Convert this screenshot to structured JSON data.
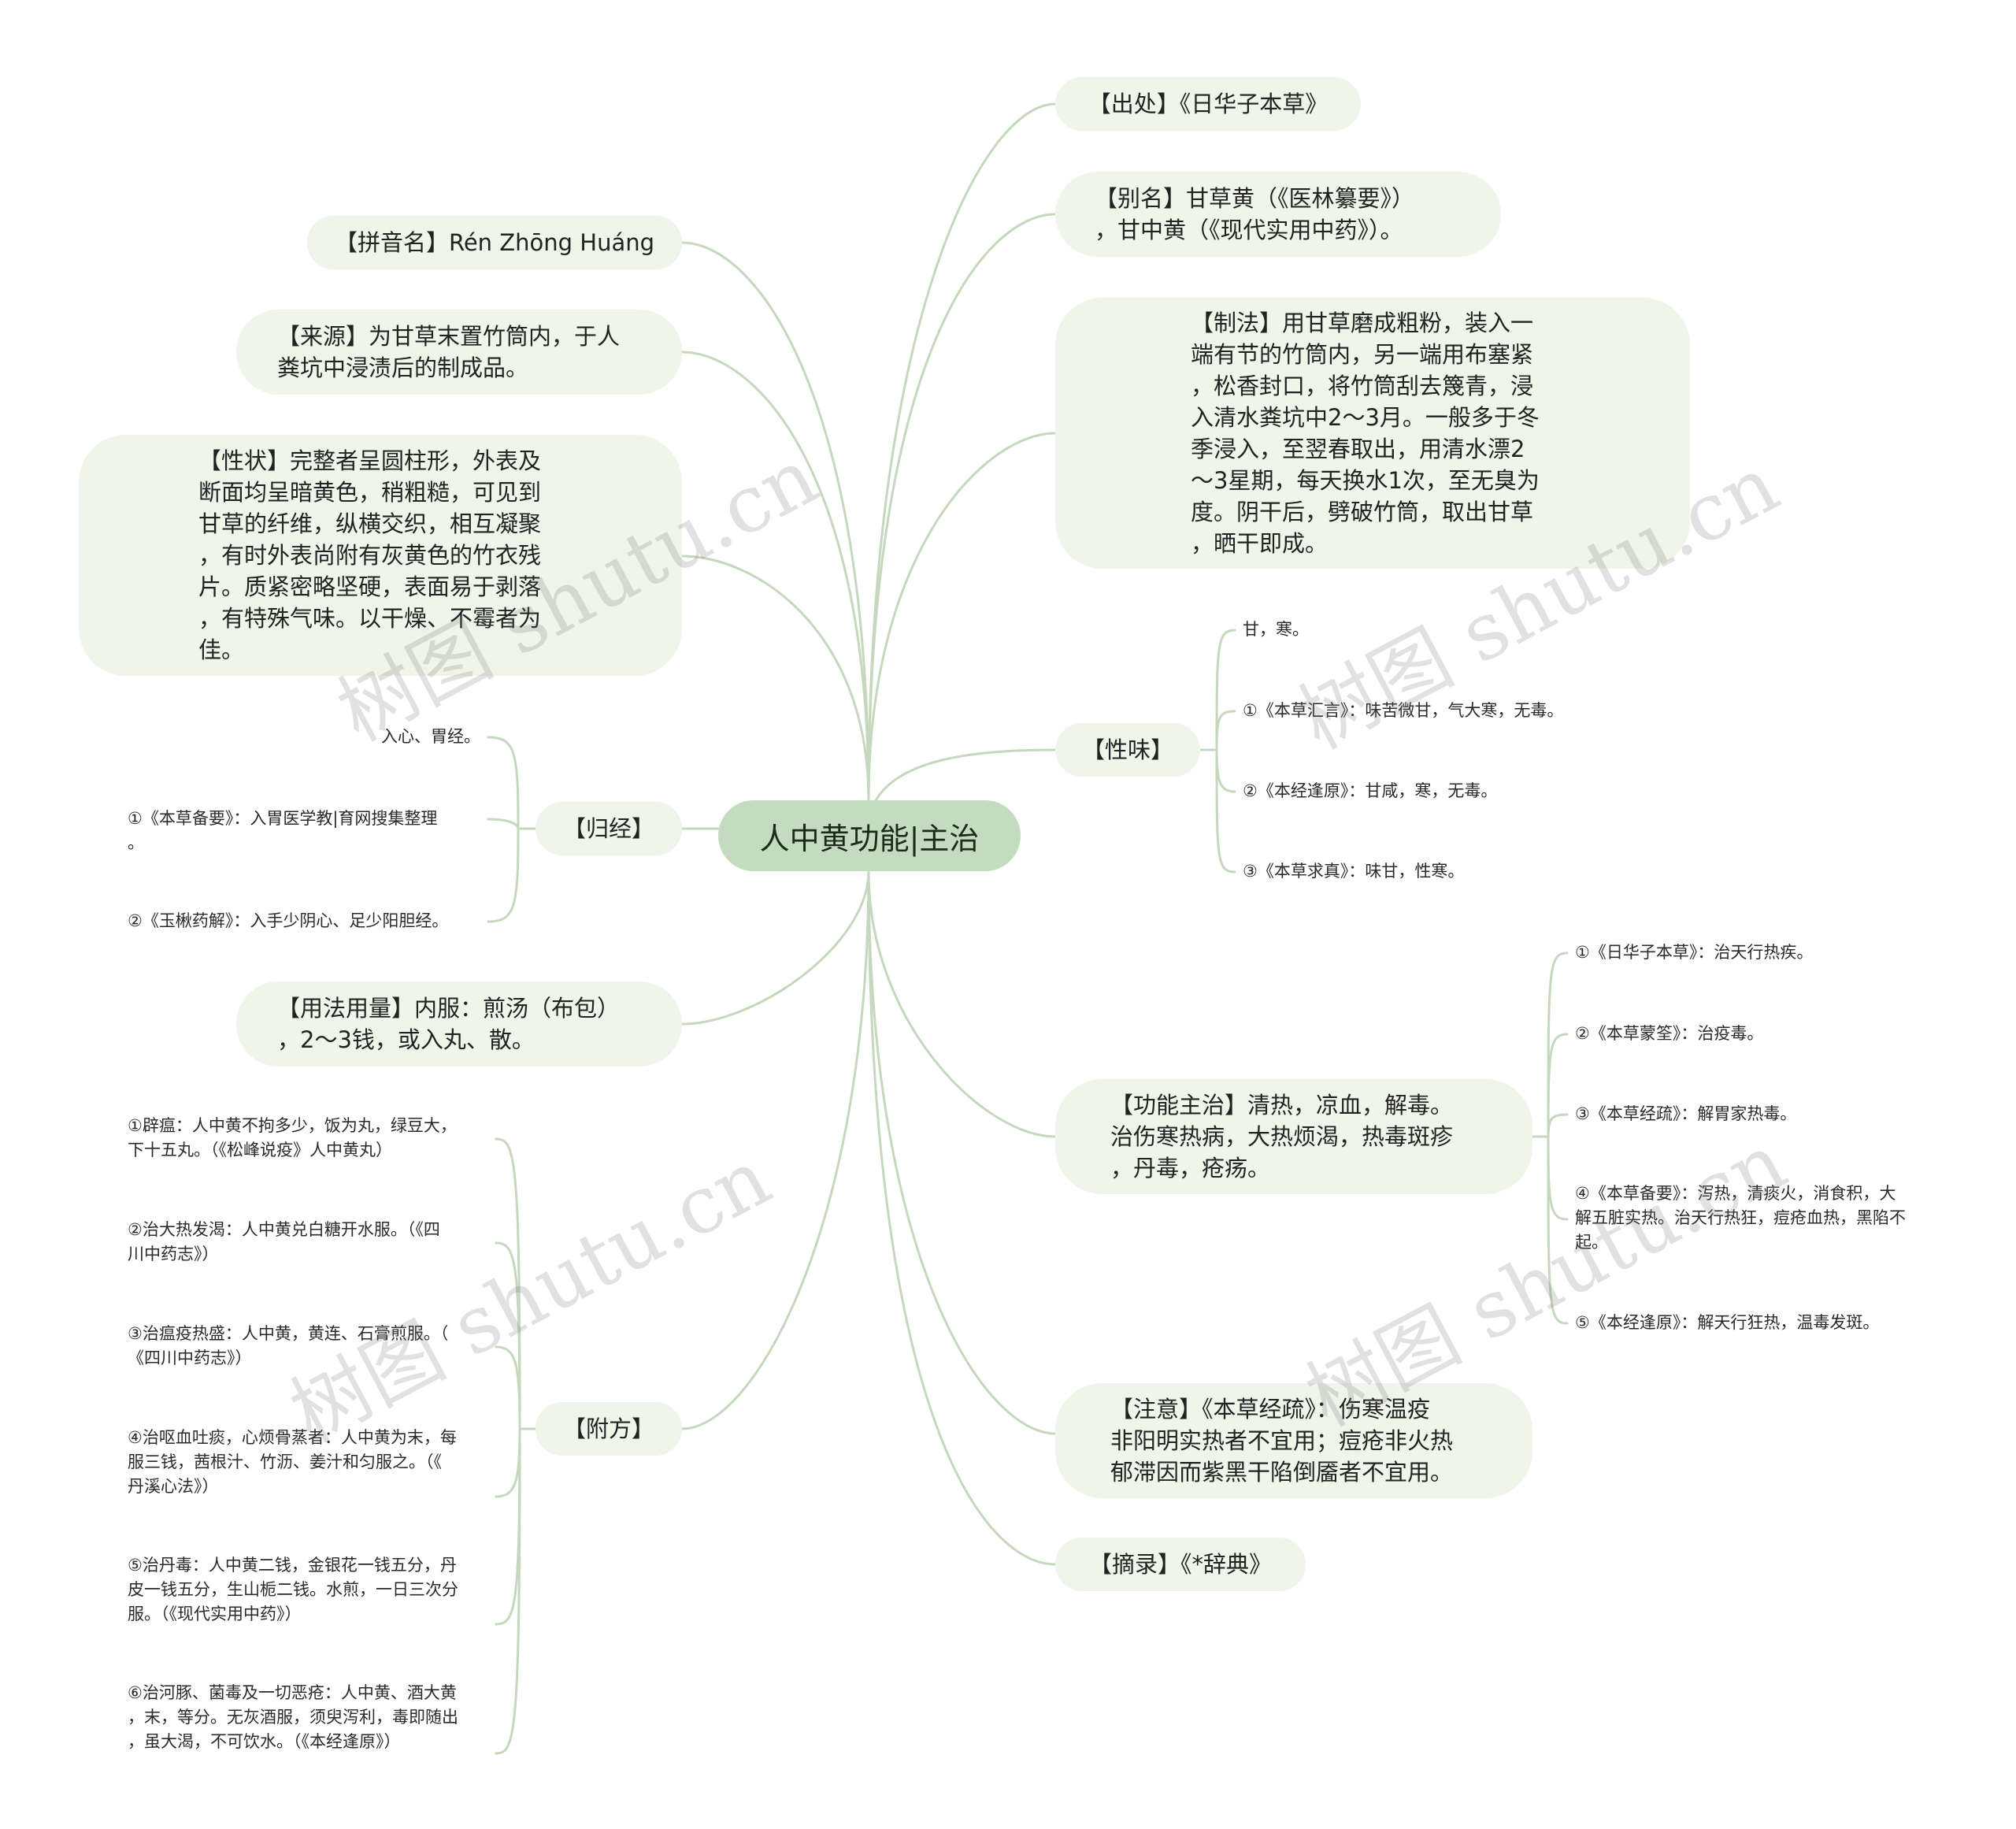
{
  "root": {
    "title": "人中黄功能|主治"
  },
  "watermark": "树图 shutu.cn",
  "nodes": {
    "chuchu": "【出处】《日华子本草》",
    "bieming": "【别名】甘草黄（《医林纂要》）\n，甘中黄（《现代实用中药》）。",
    "zhifa": "【制法】用甘草磨成粗粉，装入一\n端有节的竹筒内，另一端用布塞紧\n，松香封口，将竹筒刮去篾青，浸\n入清水粪坑中2～3月。一般多于冬\n季浸入，至翌春取出，用清水漂2\n～3星期，每天换水1次，至无臭为\n度。阴干后，劈破竹筒，取出甘草\n，晒干即成。",
    "xingwei": "【性味】",
    "gongneng": "【功能主治】清热，凉血，解毒。\n治伤寒热病，大热烦渴，热毒斑疹\n，丹毒，疮疡。",
    "zhuyi": "【注意】《本草经疏》：伤寒温疫\n非阳明实热者不宜用；痘疮非火热\n郁滞因而紫黑干陷倒靥者不宜用。",
    "zhailu": "【摘录】《*辞典》",
    "pinyin": "【拼音名】Rén Zhōng Huáng",
    "laiyuan": "【来源】为甘草末置竹筒内，于人\n粪坑中浸渍后的制成品。",
    "xingzhuang": "【性状】完整者呈圆柱形，外表及\n断面均呈暗黄色，稍粗糙，可见到\n甘草的纤维，纵横交织，相互凝聚\n，有时外表尚附有灰黄色的竹衣残\n片。质紧密略坚硬，表面易于剥落\n，有特殊气味。以干燥、不霉者为\n佳。",
    "guijing": "【归经】",
    "yongfa": "【用法用量】内服：煎汤（布包）\n，2～3钱，或入丸、散。",
    "fufang": "【附方】"
  },
  "xingwei_items": [
    "甘，寒。",
    "①《本草汇言》：味苦微甘，气大寒，无毒。",
    "②《本经逢原》：甘咸，寒，无毒。",
    "③《本草求真》：味甘，性寒。"
  ],
  "gongneng_items": [
    "①《日华子本草》：治天行热疾。",
    "②《本草蒙筌》：治疫毒。",
    "③《本草经疏》：解胃家热毒。",
    "④《本草备要》：泻热，清痰火，消食积，大\n解五脏实热。治天行热狂，痘疮血热，黑陷不\n起。",
    "⑤《本经逢原》：解天行狂热，温毒发斑。"
  ],
  "guijing_items": [
    "入心、胃经。",
    "①《本草备要》：入胃医学教|育网搜集整理\n。",
    "②《玉楸药解》：入手少阴心、足少阳胆经。"
  ],
  "fufang_items": [
    "①辟瘟：人中黄不拘多少，饭为丸，绿豆大，\n下十五丸。（《松峰说疫》人中黄丸）",
    "②治大热发渴：人中黄兑白糖开水服。（《四\n川中药志》）",
    "③治瘟疫热盛：人中黄，黄连、石膏煎服。（\n《四川中药志》）",
    "④治呕血吐痰，心烦骨蒸者：人中黄为末，每\n服三钱，茜根汁、竹沥、姜汁和匀服之。（《\n丹溪心法》）",
    "⑤治丹毒：人中黄二钱，金银花一钱五分，丹\n皮一钱五分，生山栀二钱。水煎，一日三次分\n服。（《现代实用中药》）",
    "⑥治河豚、菌毒及一切恶疮：人中黄、酒大黄\n，末，等分。无灰酒服，须臾泻利，毒即随出\n，虽大渴，不可饮水。（《本经逢原》）"
  ]
}
